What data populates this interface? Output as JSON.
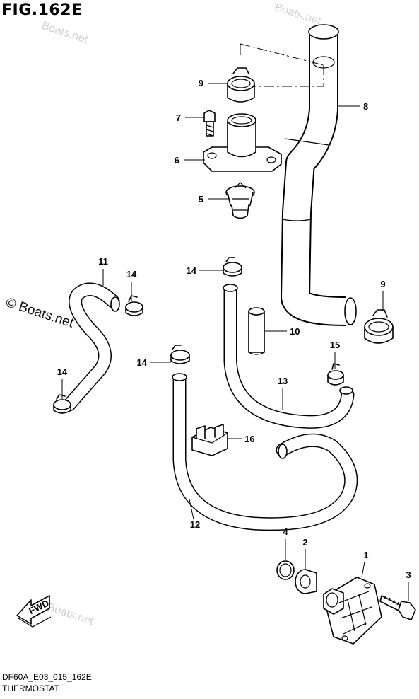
{
  "figure_title": "FIG.162E",
  "footer": {
    "code": "DF60A_E03_015_162E",
    "name": "THERMOSTAT"
  },
  "watermark": {
    "main": "© Boats.net",
    "faint": "Boats.net"
  },
  "direction_arrow": "FWD",
  "callouts": {
    "p1": "1",
    "p2": "2",
    "p3": "3",
    "p4": "4",
    "p5": "5",
    "p6": "6",
    "p7": "7",
    "p8": "8",
    "p9a": "9",
    "p9b": "9",
    "p10": "10",
    "p11": "11",
    "p12": "12",
    "p13": "13",
    "p14a": "14",
    "p14b": "14",
    "p14c": "14",
    "p14d": "14",
    "p15": "15",
    "p16": "16"
  }
}
